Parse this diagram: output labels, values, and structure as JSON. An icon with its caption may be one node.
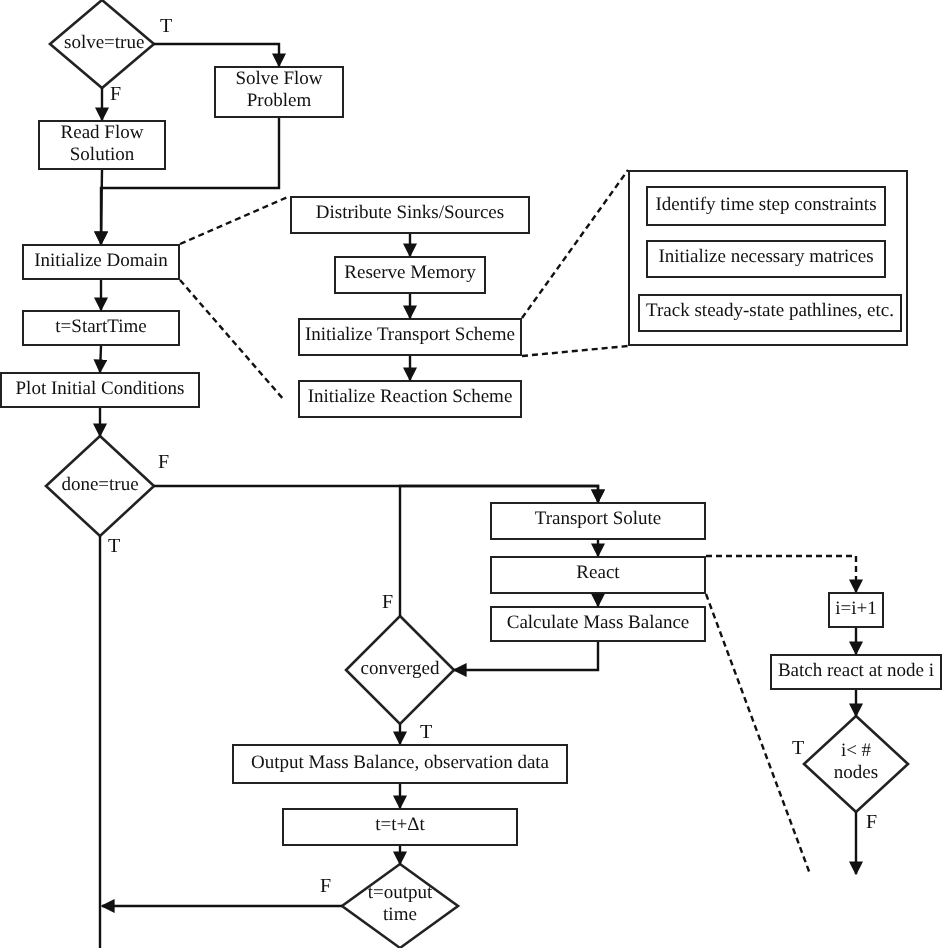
{
  "diagram": {
    "nodes": [
      {
        "text": [
          "solve=true"
        ]
      },
      {
        "text": [
          "Solve Flow Problem"
        ]
      },
      {
        "text": [
          "Read Flow Solution"
        ]
      },
      {
        "text": [
          "Initialize Domain"
        ]
      },
      {
        "text": [
          "t=StartTime"
        ]
      },
      {
        "text": [
          "Plot Initial Conditions"
        ]
      },
      {
        "text": [
          "Distribute Sinks/Sources"
        ]
      },
      {
        "text": [
          "Reserve Memory"
        ]
      },
      {
        "text": [
          "Initialize Transport Scheme"
        ]
      },
      {
        "text": [
          "Initialize Reaction Scheme"
        ]
      },
      {
        "text": [],
        "shape": "box"
      },
      {
        "text": [
          "Identify time step constraints"
        ],
        "in": 10
      },
      {
        "text": [
          "Initialize necessary matrices"
        ],
        "in": 10
      },
      {
        "text": [
          "Track steady-state pathlines, etc."
        ],
        "in": 10
      },
      {
        "text": [
          "done=true"
        ]
      },
      {
        "text": [
          "Transport Solute"
        ]
      },
      {
        "text": [
          "React"
        ]
      },
      {
        "text": [
          "Calculate Mass Balance"
        ]
      },
      {
        "text": [
          "converged"
        ]
      },
      {
        "text": [
          "Output Mass Balance, observation data"
        ]
      },
      {
        "text": [
          "t=t+Δt"
        ]
      },
      {
        "text": [
          "t=output time"
        ]
      },
      {
        "text": [
          "i=i+1"
        ]
      },
      {
        "text": [
          "Batch react at node i"
        ]
      },
      {
        "text": [
          "i< # nodes"
        ]
      }
    ],
    "edges": [
      {
        "from": 0,
        "to": 1,
        "arrow": "to",
        "label": "T"
      },
      {
        "from": 0,
        "to": 2,
        "arrow": "to",
        "label": "F"
      },
      {
        "from": 2,
        "to": 3,
        "arrow": "to"
      },
      {
        "from": 1,
        "to": 3,
        "arrow": "to"
      },
      {
        "from": 3,
        "to": 6,
        "arrow": "none",
        "style": "dashed"
      },
      {
        "from": 3,
        "to": 9,
        "arrow": "none",
        "style": "dashed"
      },
      {
        "from": 3,
        "to": 4,
        "arrow": "to"
      },
      {
        "from": 4,
        "to": 5,
        "arrow": "to"
      },
      {
        "from": 5,
        "to": 14,
        "arrow": "to"
      },
      {
        "from": 6,
        "to": 7,
        "arrow": "to"
      },
      {
        "from": 7,
        "to": 8,
        "arrow": "to"
      },
      {
        "from": 8,
        "to": 9,
        "arrow": "to"
      },
      {
        "from": 8,
        "to": 10,
        "arrow": "none",
        "style": "dashed"
      },
      {
        "from": 8,
        "to": 10,
        "arrow": "none",
        "style": "dashed"
      },
      {
        "from": 14,
        "to": 15,
        "arrow": "to",
        "label": "F"
      },
      {
        "from": 14,
        "to": null,
        "arrow": "none",
        "label": "T"
      },
      {
        "from": 15,
        "to": 16,
        "arrow": "to"
      },
      {
        "from": 16,
        "to": 17,
        "arrow": "to"
      },
      {
        "from": 17,
        "to": 18,
        "arrow": "to"
      },
      {
        "from": 18,
        "to": 15,
        "arrow": "to",
        "label": "F"
      },
      {
        "from": 18,
        "to": 19,
        "arrow": "to",
        "label": "T"
      },
      {
        "from": 19,
        "to": 20,
        "arrow": "to"
      },
      {
        "from": 20,
        "to": 21,
        "arrow": "to"
      },
      {
        "from": 21,
        "to": null,
        "arrow": "to",
        "label": "F"
      },
      {
        "from": 16,
        "to": 22,
        "arrow": "to",
        "style": "dashed"
      },
      {
        "from": 16,
        "to": null,
        "arrow": "none",
        "style": "dashed"
      },
      {
        "from": 22,
        "to": 23,
        "arrow": "to"
      },
      {
        "from": 23,
        "to": 24,
        "arrow": "to"
      },
      {
        "from": 24,
        "to": null,
        "arrow": "to",
        "label": "F"
      }
    ],
    "labels": [
      "T"
    ]
  }
}
